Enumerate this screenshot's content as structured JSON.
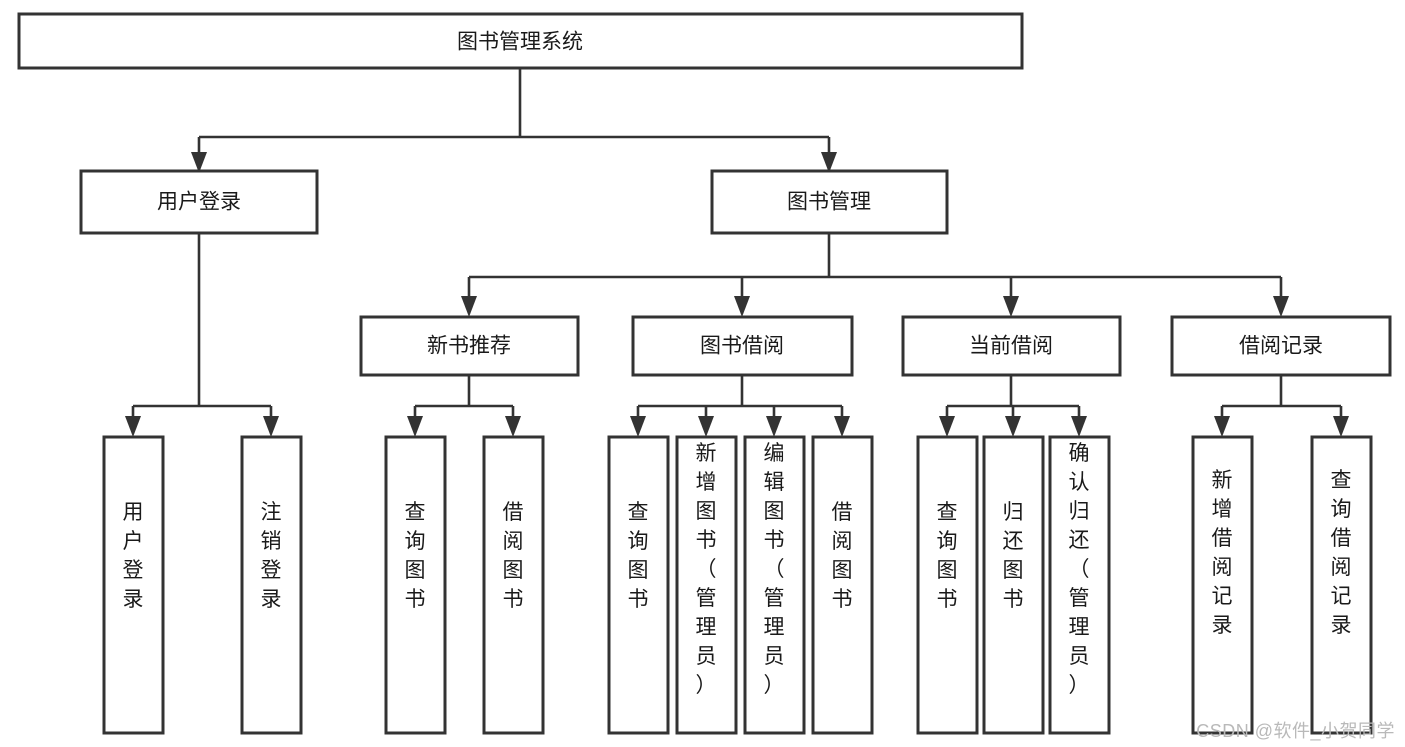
{
  "diagram": {
    "type": "tree-hierarchy",
    "title": "图书管理系统",
    "watermark": "CSDN @软件_小贺同学",
    "colors": {
      "stroke": "#333333",
      "fill": "#ffffff",
      "text": "#1a1a1a",
      "watermark": "#b9b9b9"
    },
    "levels": {
      "root": {
        "label": "图书管理系统"
      },
      "level2": [
        {
          "label": "用户登录"
        },
        {
          "label": "图书管理"
        }
      ],
      "level3": [
        {
          "label": "新书推荐"
        },
        {
          "label": "图书借阅"
        },
        {
          "label": "当前借阅"
        },
        {
          "label": "借阅记录"
        }
      ],
      "leaves_user_login": [
        {
          "label": "用户登录"
        },
        {
          "label": "注销登录"
        }
      ],
      "leaves_new_book": [
        {
          "label": "查询图书"
        },
        {
          "label": "借阅图书"
        }
      ],
      "leaves_borrow": [
        {
          "label": "查询图书"
        },
        {
          "label": "新增图书（管理员）"
        },
        {
          "label": "编辑图书（管理员）"
        },
        {
          "label": "借阅图书"
        }
      ],
      "leaves_current": [
        {
          "label": "查询图书"
        },
        {
          "label": "归还图书"
        },
        {
          "label": "确认归还（管理员）"
        }
      ],
      "leaves_records": [
        {
          "label": "新增借阅记录"
        },
        {
          "label": "查询借阅记录"
        }
      ]
    },
    "edges": [
      {
        "from": "图书管理系统",
        "to": "用户登录"
      },
      {
        "from": "图书管理系统",
        "to": "图书管理"
      },
      {
        "from": "用户登录",
        "to": "用户登录"
      },
      {
        "from": "用户登录",
        "to": "注销登录"
      },
      {
        "from": "图书管理",
        "to": "新书推荐"
      },
      {
        "from": "图书管理",
        "to": "图书借阅"
      },
      {
        "from": "图书管理",
        "to": "当前借阅"
      },
      {
        "from": "图书管理",
        "to": "借阅记录"
      },
      {
        "from": "新书推荐",
        "to": "查询图书"
      },
      {
        "from": "新书推荐",
        "to": "借阅图书"
      },
      {
        "from": "图书借阅",
        "to": "查询图书"
      },
      {
        "from": "图书借阅",
        "to": "新增图书（管理员）"
      },
      {
        "from": "图书借阅",
        "to": "编辑图书（管理员）"
      },
      {
        "from": "图书借阅",
        "to": "借阅图书"
      },
      {
        "from": "当前借阅",
        "to": "查询图书"
      },
      {
        "from": "当前借阅",
        "to": "归还图书"
      },
      {
        "from": "当前借阅",
        "to": "确认归还（管理员）"
      },
      {
        "from": "借阅记录",
        "to": "新增借阅记录"
      },
      {
        "from": "借阅记录",
        "to": "查询借阅记录"
      }
    ]
  }
}
